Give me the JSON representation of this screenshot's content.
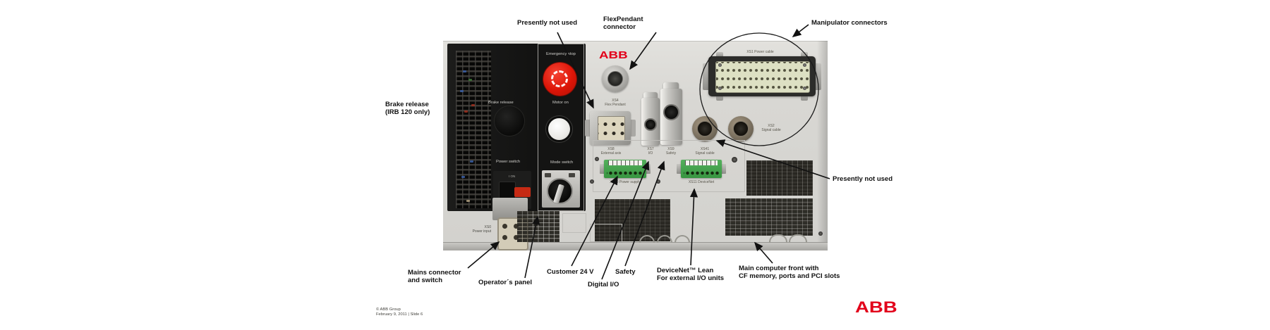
{
  "slide": {
    "footer_line1": "© ABB Group",
    "footer_line2": "February 9, 2011 | Slide 6",
    "brand_logo": "ABB"
  },
  "callouts": {
    "presently_top": "Presently not used",
    "flexpendant_l1": "FlexPendant",
    "flexpendant_l2": "connector",
    "manipulator": "Manipulator connectors",
    "presently_right": "Presently not used",
    "brake_l1": "Brake release",
    "brake_l2": "(IRB 120 only)",
    "mains_l1": "Mains connector",
    "mains_l2": "and switch",
    "operator": "Operator´s panel",
    "customer": "Customer 24 V",
    "digital": "Digital I/O",
    "safety": "Safety",
    "devicenet_l1": "DeviceNet™ Lean",
    "devicenet_l2": "For external I/O units",
    "maincomp_l1": "Main computer front with",
    "maincomp_l2": "CF memory, ports and PCI slots"
  },
  "device": {
    "brand_logo": "ABB",
    "panel": {
      "brake_release": "Brake release",
      "power_switch": "Power switch",
      "power_on": "I ON",
      "emergency_stop": "Emergency stop",
      "motor_on": "Motor on",
      "mode_switch": "Mode switch"
    },
    "connectors": {
      "xs0_code": "XS0",
      "xs0_name": "Power input",
      "xs4_code": "XS4",
      "xs4_name": "Flex Pendant",
      "xs8_code": "XS8",
      "xs8_name": "External axis",
      "xs7_code": "XS7",
      "xs7_name": "I/O",
      "xs9_code": "XS9",
      "xs9_name": "Safety",
      "xs41_code": "XS41",
      "xs41_name": "Signal cable",
      "xs2_code": "XS2",
      "xs2_name": "Signal cable",
      "xs1_label": "XS1 Power cable",
      "xs10_label": "XS10 Power supply",
      "xs11_label": "XS11 DeviceNet"
    }
  },
  "colors": {
    "abb_red": "#e2001a",
    "estop_red": "#dd1507",
    "terminal_green": "#3f9e48",
    "case_grey": "#d8d7d3",
    "panel_black": "#161616"
  }
}
